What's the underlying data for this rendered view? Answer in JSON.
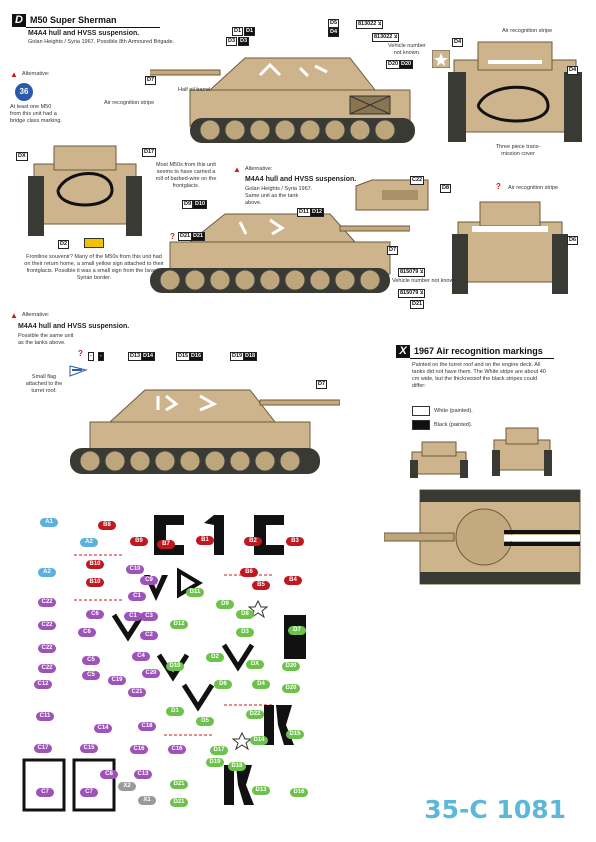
{
  "section_d": {
    "letter": "D",
    "title": "M50 Super Sherman",
    "sub1": "M4A4 hull and HVSS suspension.",
    "sub1_note": "Golan Heights / Syria 1967. Possible 8th Armoured Brigade.",
    "half_oil": "Half oil barrel",
    "air_stripe": "Air recognition stripe",
    "air_stripe2": "Air recognition stripe",
    "vehicle_not_known": "Vehicle number not known.",
    "three_piece": "Three piece trans-mission cover",
    "alternative_label": "Alternative:",
    "alt_note": "At least one M50 from this unit had a bridge class marking.",
    "badge_36": "36",
    "most_m50": "Most M50s from this unit seems to have carried a roll of barbed-wire on the frontglacis.",
    "frontline": "Frontline souvenir? Many of the M50s from this unit had on their return home, a small yellow sign attached to their frontglacis. Possible it was a small sign from the Israeli-Syrian border.",
    "plate1": "813022 צ",
    "plate2": "813022 צ",
    "plate3": "815079 צ",
    "plate4": "815079 צ",
    "alt2_label": "Alternative:",
    "alt2_sub": "M4A4 hull and HVSS suspension.",
    "alt2_note": "Golan Heights / Syria 1967. Same unit as the tank above.",
    "vehicle_not_known2": "Vehicle number not known.",
    "alt3_label": "Alternative:",
    "alt3_sub": "M4A4 hull and HVSS suspension.",
    "alt3_note": "Possible the same unit as the tanks above.",
    "flag_note": "Small flag attached to the turret roof.",
    "tags": [
      "D1",
      "D2",
      "D3",
      "D4",
      "D5",
      "D6",
      "D7",
      "D8",
      "D9",
      "D10",
      "D11",
      "D12",
      "D13",
      "D14",
      "D15",
      "D16",
      "D17",
      "D18",
      "D19",
      "D20",
      "D21",
      "D22",
      "C22",
      "DX"
    ]
  },
  "section_x": {
    "letter": "X",
    "title": "1967 Air recognition markings",
    "text": "Painted on the turret roof and on the engine deck. All tanks did not have them. The White stripe are about 40 cm wide, but the thicknessof the black stripes could differ:",
    "legend_white": "White (painted).",
    "legend_black": "Black (painted)."
  },
  "decals": {
    "labels": [
      "A1",
      "A2",
      "A2",
      "B8",
      "B9",
      "B7",
      "B1",
      "B2",
      "B3",
      "B10",
      "B10",
      "B6",
      "B5",
      "B4",
      "C22",
      "C22",
      "C22",
      "C22",
      "C6",
      "C6",
      "C5",
      "C5",
      "C12",
      "C11",
      "C17",
      "C7",
      "C7",
      "C10",
      "C9",
      "C1",
      "C1",
      "C3",
      "C2",
      "C4",
      "C19",
      "C20",
      "C21",
      "C14",
      "C18",
      "C16",
      "C16",
      "C15",
      "C13",
      "C8",
      "X1",
      "X2",
      "D1",
      "D2",
      "D3",
      "D4",
      "D5",
      "D6",
      "D7",
      "D8",
      "D9",
      "D10",
      "D11",
      "D12",
      "D13",
      "D14",
      "D15",
      "D16",
      "D17",
      "D18",
      "D19",
      "D20",
      "D20",
      "D21",
      "D21",
      "D22",
      "DX"
    ],
    "colors": {
      "green": "#6cc24a",
      "purple": "#9d53b8",
      "red": "#c01820",
      "blue": "#5bb0de",
      "grey": "#9a9a9a"
    }
  },
  "product_code": "35-C 1081",
  "colors": {
    "sand": "#cdb48c",
    "dark_sand": "#a89068",
    "red": "#d4151b",
    "cyan": "#5bb8d8"
  }
}
